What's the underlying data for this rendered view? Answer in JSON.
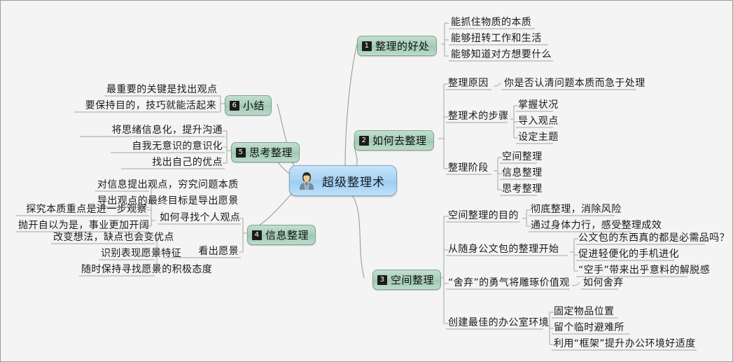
{
  "app": {
    "background_color": "#f4f4f4",
    "border_color": "#9a9a9a",
    "root_color": "#a7d3f3",
    "branch_color": "#a6cdb7",
    "badge_color": "#1c1c1c",
    "line_color": "#9b9b9b"
  },
  "root": {
    "label": "超级整理术",
    "icon": "person-avatar-icon"
  },
  "branches": [
    {
      "number": "1",
      "label": "整理的好处",
      "children": [
        {
          "label": "能抓住物质的本质",
          "children": []
        },
        {
          "label": "能够扭转工作和生活",
          "children": []
        },
        {
          "label": "能够知道对方想要什么",
          "children": []
        }
      ]
    },
    {
      "number": "2",
      "label": "如何去整理",
      "children": [
        {
          "label": "整理原因",
          "children": [
            {
              "label": "你是否认清问题本质而急于处理"
            }
          ]
        },
        {
          "label": "整理术的步骤",
          "children": [
            {
              "label": "掌握状况"
            },
            {
              "label": "导入观点"
            },
            {
              "label": "设定主题"
            }
          ]
        },
        {
          "label": "整理阶段",
          "children": [
            {
              "label": "空间整理"
            },
            {
              "label": "信息整理"
            },
            {
              "label": "思考整理"
            }
          ]
        }
      ]
    },
    {
      "number": "3",
      "label": "空间整理",
      "children": [
        {
          "label": "空间整理的目的",
          "children": [
            {
              "label": "彻底整理，消除风险"
            },
            {
              "label": "通过身体力行，感受整理成效"
            }
          ]
        },
        {
          "label": "从随身公文包的整理开始",
          "children": [
            {
              "label": "公文包的东西真的都是必需品吗？"
            },
            {
              "label": "促进轻便化的手机进化"
            },
            {
              "label": "“空手”带来出乎意料的解脱感"
            }
          ]
        },
        {
          "label": "“舍弃”的勇气将雕琢价值观",
          "children": [
            {
              "label": "如何舍弃"
            }
          ]
        },
        {
          "label": "创建最佳的办公室环境",
          "children": [
            {
              "label": "固定物品位置"
            },
            {
              "label": "留个临时避难所"
            },
            {
              "label": "利用“框架”提升办公环境好适度"
            }
          ]
        }
      ]
    },
    {
      "number": "4",
      "label": "信息整理",
      "children": [
        {
          "label": "如何寻找个人观点",
          "children": [
            {
              "label": "对信息提出观点，穷究问题本质"
            },
            {
              "label": "导出观点的最终目标是导出愿景"
            },
            {
              "label": "探究本质重点是进一步观察"
            },
            {
              "label": "抛开自以为是，事业更加开阔"
            }
          ]
        },
        {
          "label": "看出愿景",
          "children": [
            {
              "label": "改变想法，缺点也会变优点"
            },
            {
              "label": "识别表现愿景特征"
            },
            {
              "label": "随时保持寻找愿景的积极态度"
            }
          ]
        }
      ]
    },
    {
      "number": "5",
      "label": "思考整理",
      "children": [
        {
          "label": "将思绪信息化，提升沟通"
        },
        {
          "label": "自我无意识的意识化"
        },
        {
          "label": "找出自己的优点"
        }
      ]
    },
    {
      "number": "6",
      "label": "小结",
      "children": [
        {
          "label": "最重要的关键是找出观点"
        },
        {
          "label": "要保持目的，技巧就能活起来"
        }
      ]
    }
  ]
}
